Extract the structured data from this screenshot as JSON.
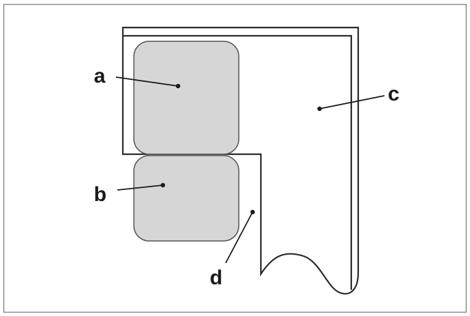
{
  "diagram": {
    "labels": {
      "a": "a",
      "b": "b",
      "c": "c",
      "d": "d"
    },
    "colors": {
      "frame": "#8a8a8a",
      "stroke": "#2b2b2b",
      "block_fill": "#d6d6d6",
      "block_stroke": "#555555",
      "background": "#ffffff"
    }
  }
}
